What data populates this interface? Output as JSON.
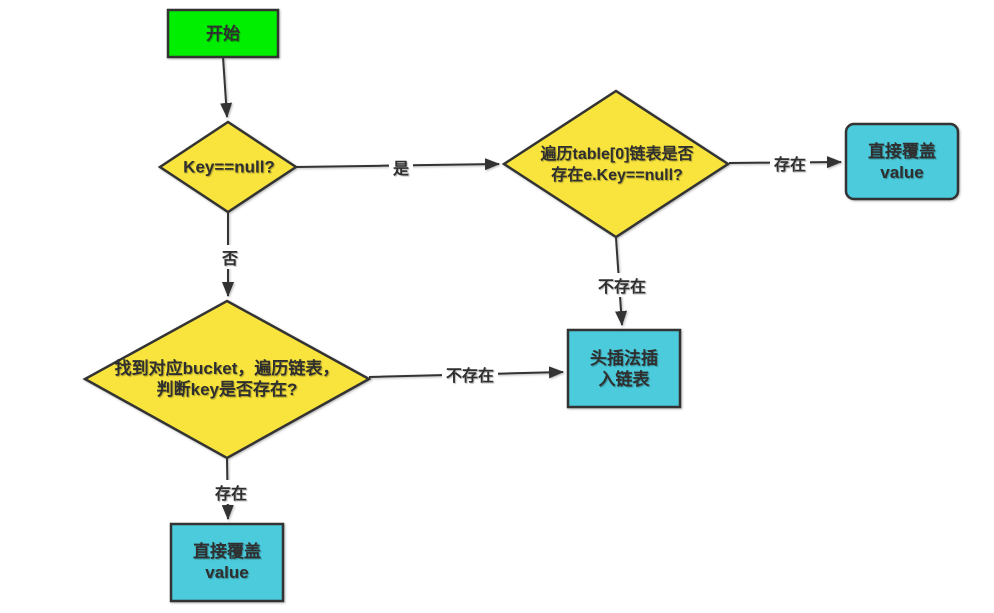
{
  "colors": {
    "background": "#ffffff",
    "green": "#00ef00",
    "yellow": "#f8e43c",
    "cyan": "#4bcbdb",
    "stroke": "#333333",
    "text": "#2f2f2f"
  },
  "nodes": {
    "start": {
      "type": "start",
      "label": "开始"
    },
    "key_null_check": {
      "type": "decision",
      "label": "Key==null?"
    },
    "table0_check": {
      "type": "decision",
      "lines": [
        "遍历table[0]链表是否",
        "存在e.Key==null?"
      ]
    },
    "overwrite_value_top": {
      "type": "process",
      "lines": [
        "直接覆盖",
        "value"
      ]
    },
    "head_insert": {
      "type": "process",
      "lines": [
        "头插法插",
        "入链表"
      ]
    },
    "bucket_check": {
      "type": "decision",
      "lines": [
        "找到对应bucket，遍历链表，",
        "判断key是否存在?"
      ]
    },
    "overwrite_value_bottom": {
      "type": "process",
      "lines": [
        "直接覆盖",
        "value"
      ]
    }
  },
  "edges": {
    "keycheck_yes": {
      "label": "是"
    },
    "keycheck_no": {
      "label": "否"
    },
    "table0_exists": {
      "label": "存在"
    },
    "table0_not_exists": {
      "label": "不存在"
    },
    "bucket_not_exists": {
      "label": "不存在"
    },
    "bucket_exists": {
      "label": "存在"
    }
  }
}
